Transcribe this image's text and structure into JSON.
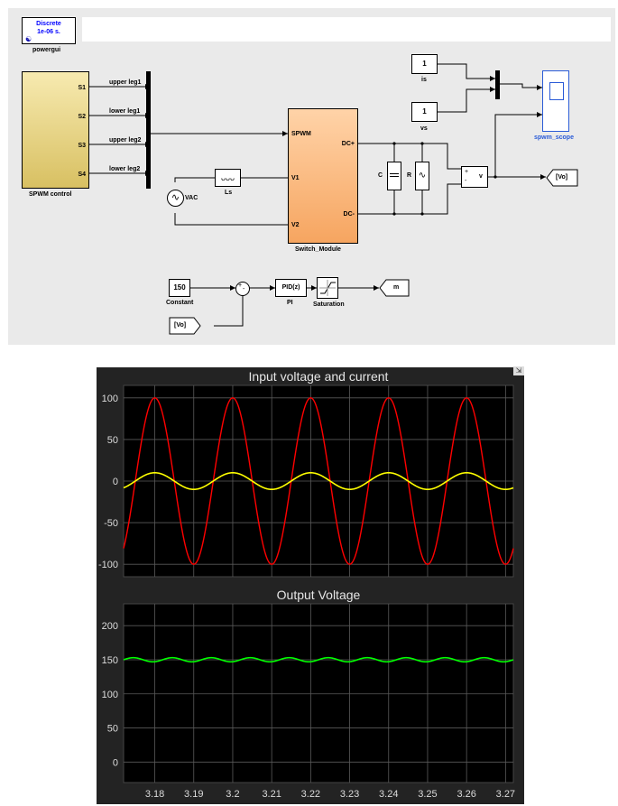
{
  "model": {
    "powergui": {
      "line1": "Discrete",
      "line2": "1e-06 s.",
      "name": "powergui"
    },
    "spwm_control": {
      "name": "SPWM control",
      "ports": [
        "S1",
        "S2",
        "S3",
        "S4"
      ]
    },
    "signals": [
      "upper leg1",
      "lower leg1",
      "upper leg2",
      "lower leg2"
    ],
    "vac": {
      "name": "VAC"
    },
    "ls": {
      "name": "Ls"
    },
    "switch_module": {
      "name": "Switch_Module",
      "in_ports": [
        "SPWM",
        "V1",
        "V2"
      ],
      "out_ports": [
        "DC+",
        "DC-"
      ]
    },
    "capacitor": {
      "name": "C"
    },
    "resistor": {
      "name": "R"
    },
    "vmeter": {
      "plus": "+",
      "minus": "-",
      "v": "v"
    },
    "goto_vo": {
      "label": "[Vo]"
    },
    "const_is": {
      "value": "1",
      "name": "is"
    },
    "const_vs": {
      "value": "1",
      "name": "vs"
    },
    "scope": {
      "name": "spwm_scope"
    },
    "constant150": {
      "value": "150",
      "name": "Constant"
    },
    "sum": {
      "plus": "+",
      "minus": "-"
    },
    "pi": {
      "label": "PID(z)",
      "name": "PI"
    },
    "saturation": {
      "name": "Saturation"
    },
    "goto_m": {
      "label": "m"
    },
    "from_vo": {
      "label": "[Vo]"
    }
  },
  "scope_window": {
    "colors": {
      "bg": "#000000",
      "frame": "#232323",
      "grid": "#5a5a5a",
      "current": "#ffff00",
      "voltage": "#ff0000",
      "output": "#00ff00"
    },
    "chart_data": [
      {
        "type": "line",
        "title": "Input voltage and current",
        "xlim": [
          3.172,
          3.272
        ],
        "ylim": [
          -115,
          115
        ],
        "yticks": [
          100,
          50,
          0,
          -50,
          -100
        ],
        "xticks": [
          3.18,
          3.19,
          3.2,
          3.21,
          3.22,
          3.23,
          3.24,
          3.25,
          3.26,
          3.27
        ],
        "grid": true,
        "series": [
          {
            "color": "#ff0000",
            "amplitude": 100,
            "offset": 0,
            "frequency_hz": 50,
            "peak_times": [
              3.18,
              3.2,
              3.22,
              3.24,
              3.26
            ]
          },
          {
            "color": "#ffff00",
            "amplitude": 10,
            "offset": 0,
            "frequency_hz": 50,
            "peak_times": [
              3.18,
              3.2,
              3.22,
              3.24,
              3.26
            ]
          }
        ]
      },
      {
        "type": "line",
        "title": "Output Voltage",
        "xlim": [
          3.172,
          3.272
        ],
        "ylim": [
          -30,
          232
        ],
        "yticks": [
          200,
          150,
          100,
          50,
          0
        ],
        "xticks": [
          3.18,
          3.19,
          3.2,
          3.21,
          3.22,
          3.23,
          3.24,
          3.25,
          3.26,
          3.27
        ],
        "xtick_labels": [
          "3.18",
          "3.19",
          "3.2",
          "3.21",
          "3.22",
          "3.23",
          "3.24",
          "3.25",
          "3.26",
          "3.27"
        ],
        "grid": true,
        "series": [
          {
            "color": "#00ff00",
            "mean": 150,
            "ripple_amplitude": 3,
            "ripple_frequency_hz": 100
          }
        ]
      }
    ]
  }
}
